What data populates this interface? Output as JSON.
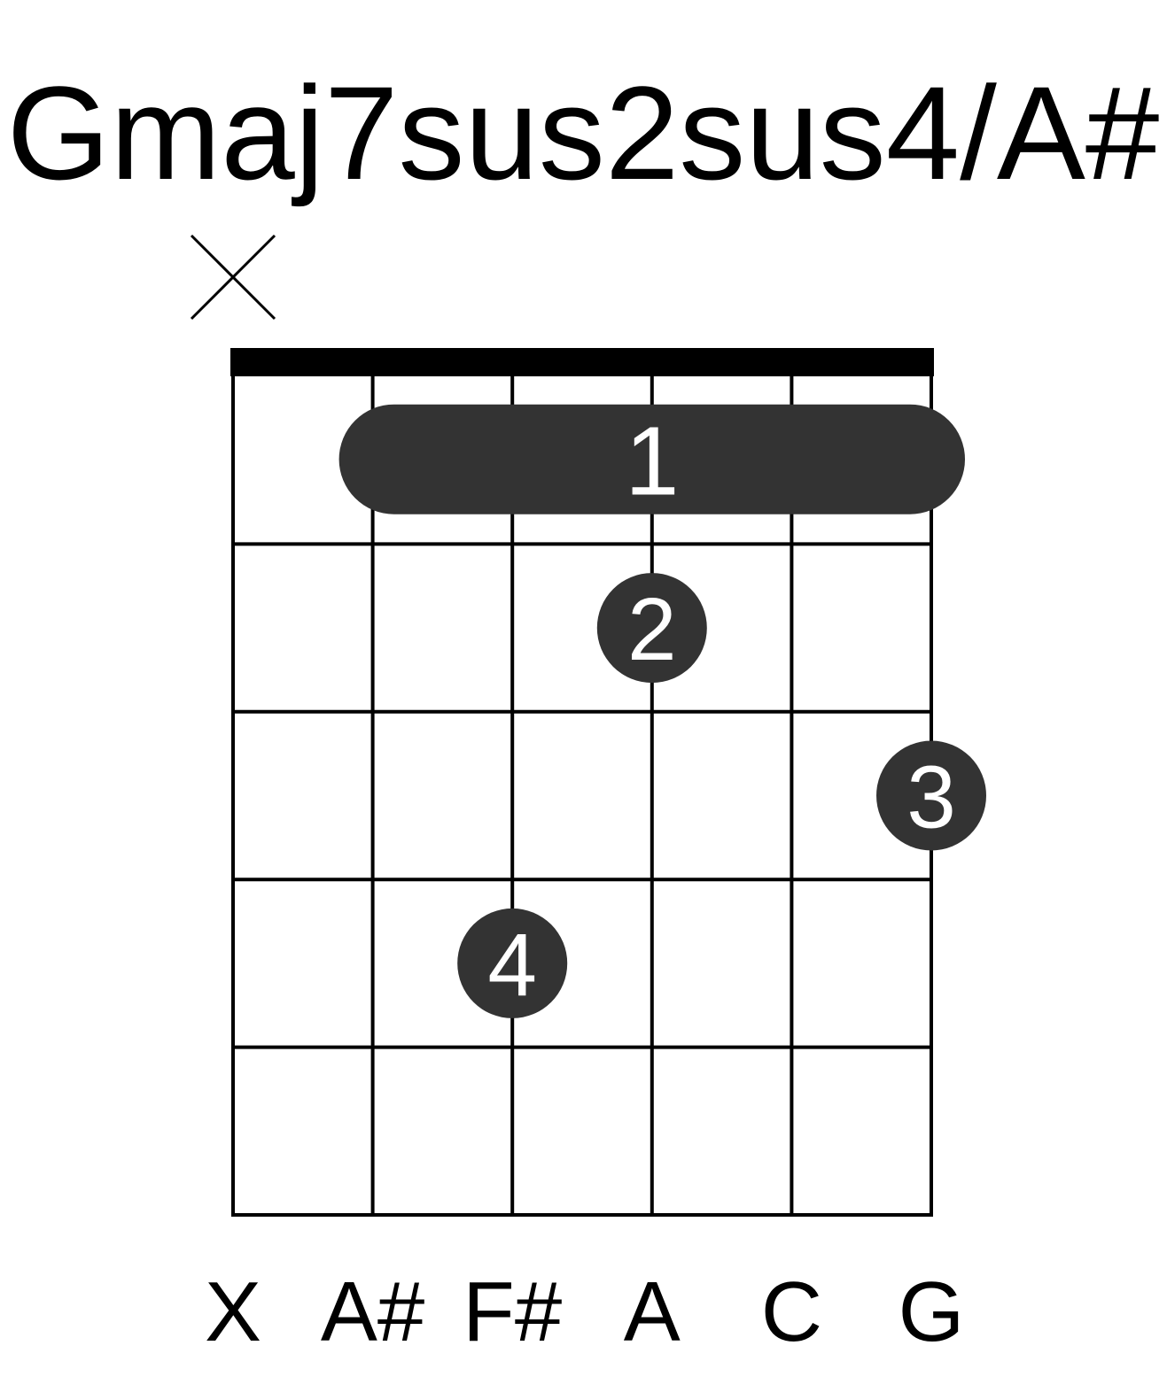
{
  "title": "Gmaj7sus2sus4/A#",
  "colors": {
    "dot": "#333333",
    "line": "#000000",
    "finger_text": "#ffffff"
  },
  "num_strings": 6,
  "num_frets": 5,
  "string_markers": [
    {
      "string": 1,
      "marker": "muted",
      "icon": "x-mute-icon"
    }
  ],
  "barre": {
    "fret": 1,
    "from_string": 2,
    "to_string": 6,
    "finger": "1"
  },
  "dots": [
    {
      "string": 4,
      "fret": 2,
      "finger": "2"
    },
    {
      "string": 6,
      "fret": 3,
      "finger": "3"
    },
    {
      "string": 3,
      "fret": 4,
      "finger": "4"
    }
  ],
  "string_notes": [
    "X",
    "A#",
    "F#",
    "A",
    "C",
    "G"
  ]
}
